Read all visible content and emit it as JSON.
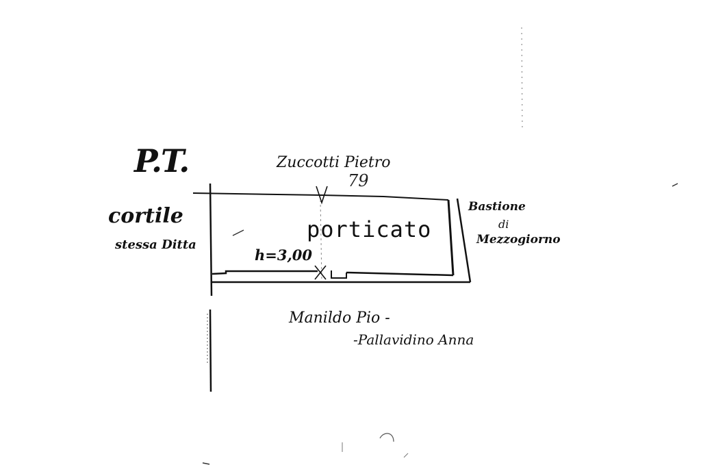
{
  "floor_label": "P.T.",
  "labels": {
    "north_neighbor": "Zuccotti Pietro",
    "north_mark": "79",
    "west_area": "cortile",
    "west_owner": "stessa Ditta",
    "room_name": "porticato",
    "room_height": "h=3,00",
    "east_line1": "Bastione",
    "east_line2": "di",
    "east_line3": "Mezzogiorno",
    "south_line1": "Manildo Pio -",
    "south_line2": "-Pallavidino Anna"
  },
  "colors": {
    "ink": "#111111",
    "paper": "#ffffff"
  }
}
